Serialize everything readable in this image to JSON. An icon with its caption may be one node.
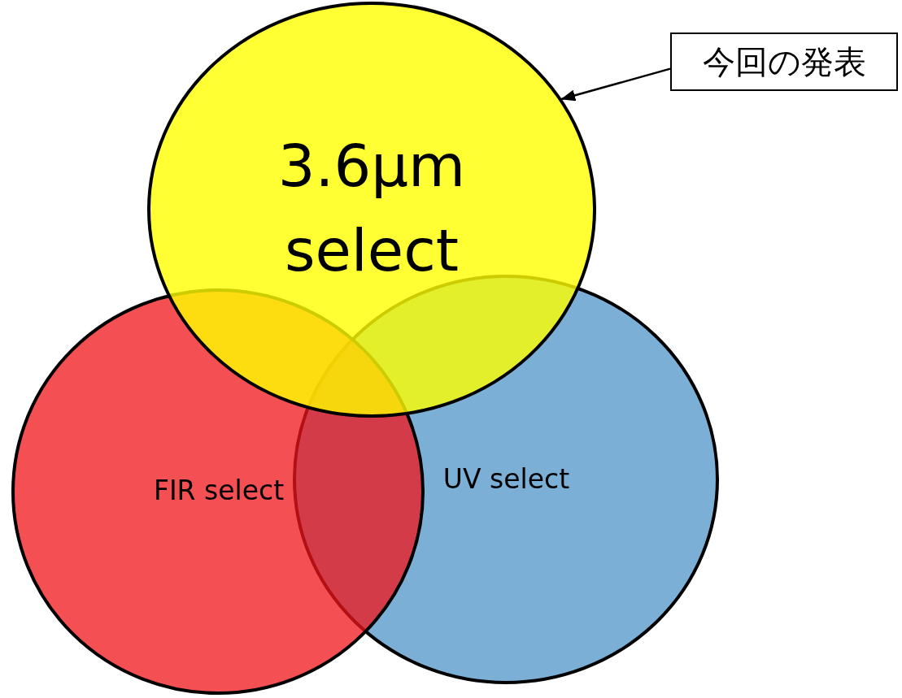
{
  "diagram": {
    "nodes": [
      {
        "text": [
          "3.6μm select"
        ]
      },
      {
        "text": [
          "今回の発表"
        ]
      },
      {
        "text": [
          "FIR select"
        ]
      },
      {
        "text": [
          "UV select"
        ]
      }
    ],
    "edges": [
      {
        "from": 1,
        "to": 0,
        "arrow": "to"
      }
    ]
  }
}
